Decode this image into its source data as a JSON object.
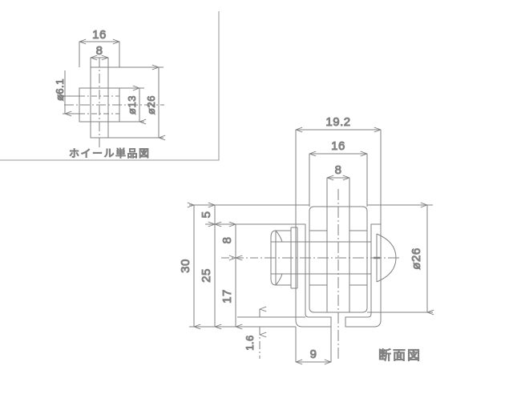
{
  "drawing": {
    "background_color": "#ffffff",
    "line_color": "#808080",
    "text_color": "#8a8a8a",
    "detail_panel": {
      "caption": "ホイール単品図",
      "dimensions": {
        "width_outer": "16",
        "width_hub": "8",
        "bore": "ø6.1",
        "inner_dia": "ø13",
        "outer_dia": "ø26"
      }
    },
    "section_view": {
      "caption": "断面図",
      "dimensions": {
        "bracket_width": "19.2",
        "wheel_width": "16",
        "hub_width": "8",
        "height_total": "30",
        "height_bracket": "25",
        "height_axis": "17",
        "top_gap": "5",
        "slot_depth": "8",
        "plate_thickness": "1.6",
        "foot_width": "9",
        "wheel_dia": "ø26"
      }
    }
  }
}
